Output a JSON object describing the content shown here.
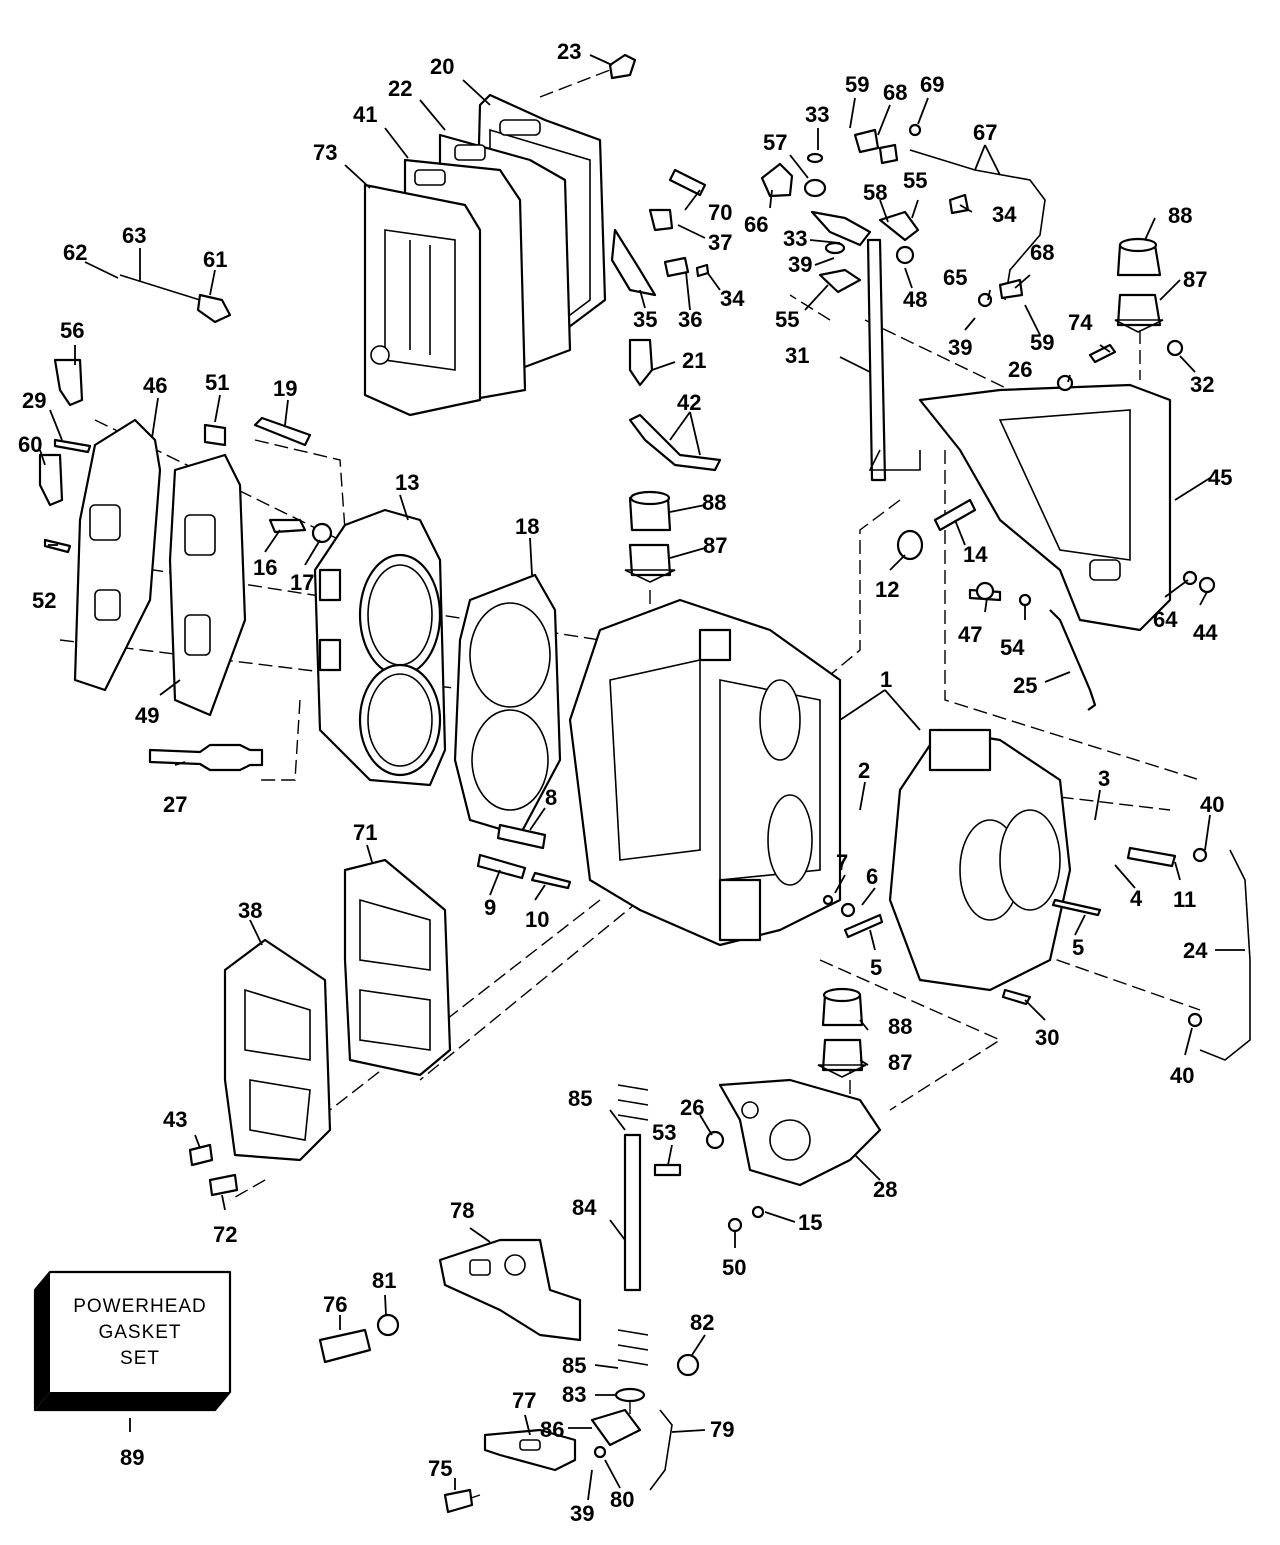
{
  "diagram": {
    "kit_box_lines": [
      "POWERHEAD",
      "GASKET",
      "SET"
    ],
    "callouts": [
      {
        "num": "23"
      },
      {
        "num": "20"
      },
      {
        "num": "22"
      },
      {
        "num": "41"
      },
      {
        "num": "73"
      },
      {
        "num": "59"
      },
      {
        "num": "68"
      },
      {
        "num": "69"
      },
      {
        "num": "33"
      },
      {
        "num": "57"
      },
      {
        "num": "67"
      },
      {
        "num": "70"
      },
      {
        "num": "66"
      },
      {
        "num": "58"
      },
      {
        "num": "55"
      },
      {
        "num": "34"
      },
      {
        "num": "37"
      },
      {
        "num": "33"
      },
      {
        "num": "88"
      },
      {
        "num": "39"
      },
      {
        "num": "48"
      },
      {
        "num": "65"
      },
      {
        "num": "68"
      },
      {
        "num": "62"
      },
      {
        "num": "63"
      },
      {
        "num": "61"
      },
      {
        "num": "35"
      },
      {
        "num": "36"
      },
      {
        "num": "34"
      },
      {
        "num": "55"
      },
      {
        "num": "87"
      },
      {
        "num": "39"
      },
      {
        "num": "59"
      },
      {
        "num": "74"
      },
      {
        "num": "56"
      },
      {
        "num": "21"
      },
      {
        "num": "31"
      },
      {
        "num": "26"
      },
      {
        "num": "32"
      },
      {
        "num": "46"
      },
      {
        "num": "51"
      },
      {
        "num": "19"
      },
      {
        "num": "29"
      },
      {
        "num": "42"
      },
      {
        "num": "60"
      },
      {
        "num": "13"
      },
      {
        "num": "88"
      },
      {
        "num": "45"
      },
      {
        "num": "18"
      },
      {
        "num": "16"
      },
      {
        "num": "17"
      },
      {
        "num": "87"
      },
      {
        "num": "14"
      },
      {
        "num": "12"
      },
      {
        "num": "52"
      },
      {
        "num": "47"
      },
      {
        "num": "64"
      },
      {
        "num": "44"
      },
      {
        "num": "54"
      },
      {
        "num": "49"
      },
      {
        "num": "25"
      },
      {
        "num": "1"
      },
      {
        "num": "27"
      },
      {
        "num": "2"
      },
      {
        "num": "3"
      },
      {
        "num": "40"
      },
      {
        "num": "8"
      },
      {
        "num": "71"
      },
      {
        "num": "11"
      },
      {
        "num": "4"
      },
      {
        "num": "7"
      },
      {
        "num": "6"
      },
      {
        "num": "38"
      },
      {
        "num": "9"
      },
      {
        "num": "10"
      },
      {
        "num": "5"
      },
      {
        "num": "5"
      },
      {
        "num": "24"
      },
      {
        "num": "88"
      },
      {
        "num": "30"
      },
      {
        "num": "87"
      },
      {
        "num": "40"
      },
      {
        "num": "85"
      },
      {
        "num": "26"
      },
      {
        "num": "53"
      },
      {
        "num": "43"
      },
      {
        "num": "28"
      },
      {
        "num": "72"
      },
      {
        "num": "15"
      },
      {
        "num": "84"
      },
      {
        "num": "78"
      },
      {
        "num": "50"
      },
      {
        "num": "81"
      },
      {
        "num": "76"
      },
      {
        "num": "82"
      },
      {
        "num": "85"
      },
      {
        "num": "83"
      },
      {
        "num": "77"
      },
      {
        "num": "86"
      },
      {
        "num": "79"
      },
      {
        "num": "89"
      },
      {
        "num": "75"
      },
      {
        "num": "80"
      },
      {
        "num": "39"
      }
    ]
  }
}
